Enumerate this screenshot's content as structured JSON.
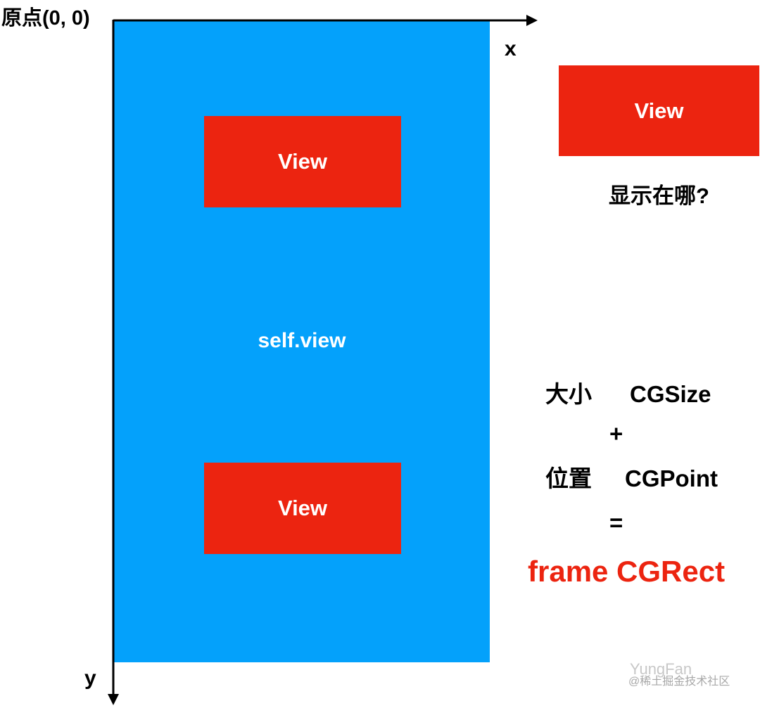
{
  "origin_label": "原点(0, 0)",
  "x_axis_label": "x",
  "y_axis_label": "y",
  "self_view_label": "self.view",
  "view_top_label": "View",
  "view_bottom_label": "View",
  "view_outside_label": "View",
  "question": "显示在哪?",
  "formula": {
    "size_cn": "大小",
    "size_type": "CGSize",
    "plus": "+",
    "position_cn": "位置",
    "position_type": "CGPoint",
    "equals": "=",
    "result": "frame CGRect"
  },
  "watermark": {
    "brand": "YungFan",
    "sub": "@稀土掘金技术社区"
  },
  "colors": {
    "self_view_fill": "#04a1fb",
    "view_fill": "#ec2410",
    "result_text": "#ec2410",
    "axis": "#000000"
  }
}
